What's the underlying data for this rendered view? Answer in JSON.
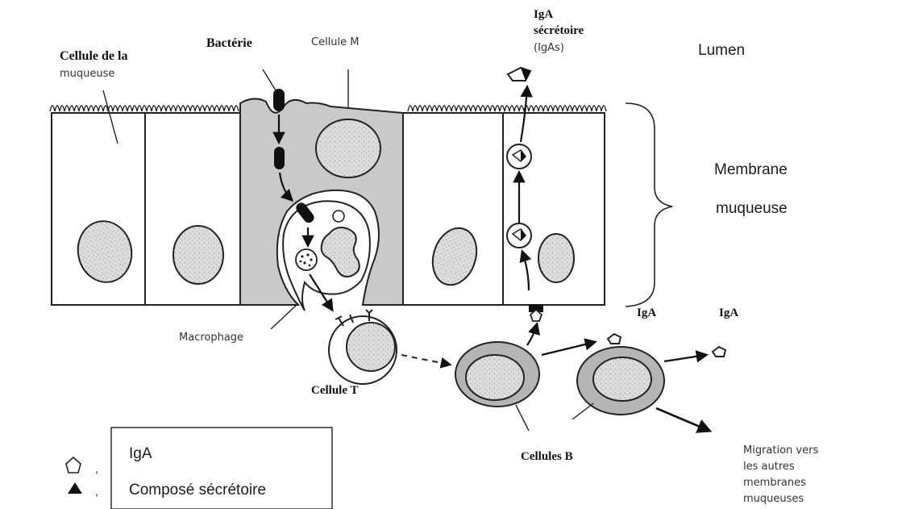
{
  "labels": {
    "mucosa_cell_line1": "Cellule de la",
    "mucosa_cell_line2": "muqueuse",
    "bacterium": "Bactérie",
    "m_cell": "Cellule M",
    "secretory_iga_line1": "IgA",
    "secretory_iga_line2": "sécrétoire",
    "secretory_iga_line3": "(IgAs)",
    "lumen": "Lumen",
    "membrane_line1": "Membrane",
    "membrane_line2": "muqueuse",
    "iga_1": "IgA",
    "iga_2": "IgA",
    "macrophage": "Macrophage",
    "t_cell": "Cellule T",
    "b_cells": "Cellules B",
    "migration_line1": "Migration vers",
    "migration_line2": "les autres",
    "migration_line3": "membranes",
    "migration_line4": "muqueuses"
  },
  "legend": {
    "item1_label": "IgA",
    "item1_symbol": "pentagon-outline-icon",
    "item1_sep": ",",
    "item2_label": "Composé sécrétoire",
    "item2_symbol": "triangle-filled-icon",
    "item2_sep": ","
  }
}
